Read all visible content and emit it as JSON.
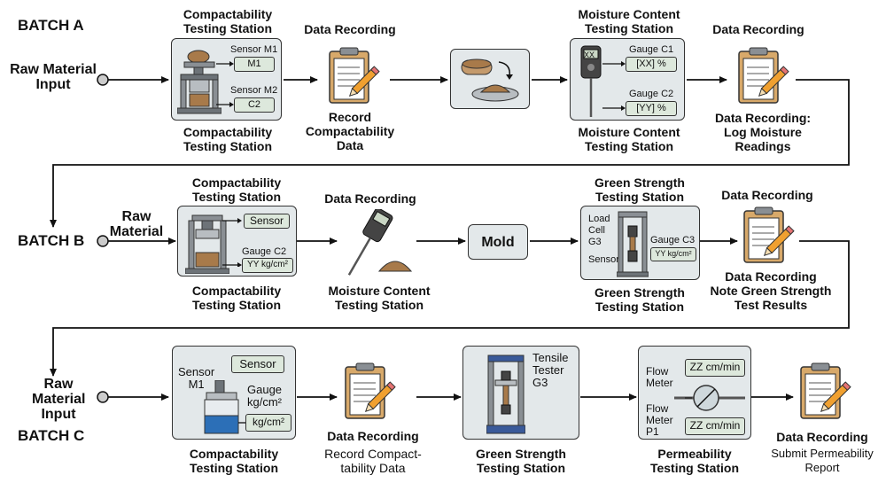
{
  "batches": {
    "a": "BATCH A",
    "b": "BATCH B",
    "c": "BATCH C"
  },
  "row_a": {
    "input": "Raw Material\nInput",
    "compaction_top": "Compactability\nTesting Station",
    "compaction_bottom": "Compactability\nTesting Station",
    "sensor_m1_label": "Sensor M1",
    "sensor_m1_value": "M1",
    "sensor_m2_label": "Sensor M2",
    "sensor_m2_value": "C2",
    "record1_top": "Data Recording",
    "record1_bottom": "Record\nCompactability\nData",
    "moisture_top": "Moisture Content\nTesting Station",
    "moisture_bottom": "Moisture Content\nTesting Station",
    "gauge_c1_label": "Gauge C1",
    "gauge_c1_value": "[XX] %",
    "gauge_c2_label": "Gauge C2",
    "gauge_c2_value": "[YY] %",
    "meter_display": "XX",
    "record2_top": "Data Recording",
    "record2_bottom": "Data Recording:\nLog Moisture\nReadings"
  },
  "row_b": {
    "input": "Raw\nMaterial",
    "compaction_top": "Compactability\nTesting Station",
    "compaction_bottom": "Compactability\nTesting Station",
    "sensor_value": "Sensor",
    "gauge_label": "Gauge C2",
    "gauge_value": "YY kg/cm²",
    "moisture_top": "Data Recording",
    "moisture_bottom": "Moisture Content\nTesting Station",
    "mold": "Mold",
    "green_top": "Green Strength\nTesting Station",
    "green_bottom": "Green Strength\nTesting Station",
    "load_cell_label": "Load\nCell\nG3",
    "sensor_label": "Sensor",
    "gauge_c3_label": "Gauge C3",
    "gauge_c3_value": "YY kg/cm²",
    "record_top": "Data Recording",
    "record_bottom": "Data Recording\nNote Green Strength\nTest Results"
  },
  "row_c": {
    "input": "Raw\nMaterial\nInput",
    "compaction_bottom": "Compactability\nTesting Station",
    "sensor_label": "Sensor\nM1",
    "sensor_value": "Sensor",
    "gauge_label": "Gauge\nkg/cm²",
    "gauge_value": "kg/cm²",
    "record1_title": "Data Recording",
    "record1_text": "Record Compact-\ntability Data",
    "green_bottom": "Green Strength\nTesting Station",
    "tester_label": "Tensile\nTester\nG3",
    "perm_bottom": "Permeability\nTesting Station",
    "flow_meter_label": "Flow\nMeter",
    "flow_meter_p1_label": "Flow\nMeter\nP1",
    "flow1_value": "ZZ cm/min",
    "flow2_value": "ZZ cm/min",
    "record2_title": "Data Recording",
    "record2_text": "Submit Permeability\nReport"
  },
  "icons": {
    "clipboard": "clipboard-pencil-icon",
    "press": "hydraulic-press-icon",
    "mixer": "sand-dish-icon",
    "meter": "moisture-meter-icon",
    "probe": "moisture-probe-icon",
    "tensile": "tensile-tester-icon",
    "flow": "flow-meter-icon"
  },
  "colors": {
    "panel": "#e3e8ea",
    "chip": "#dde8dc",
    "sand": "#a87a4a",
    "clipboard": "#d8a96a",
    "water": "#2c6fb7"
  }
}
